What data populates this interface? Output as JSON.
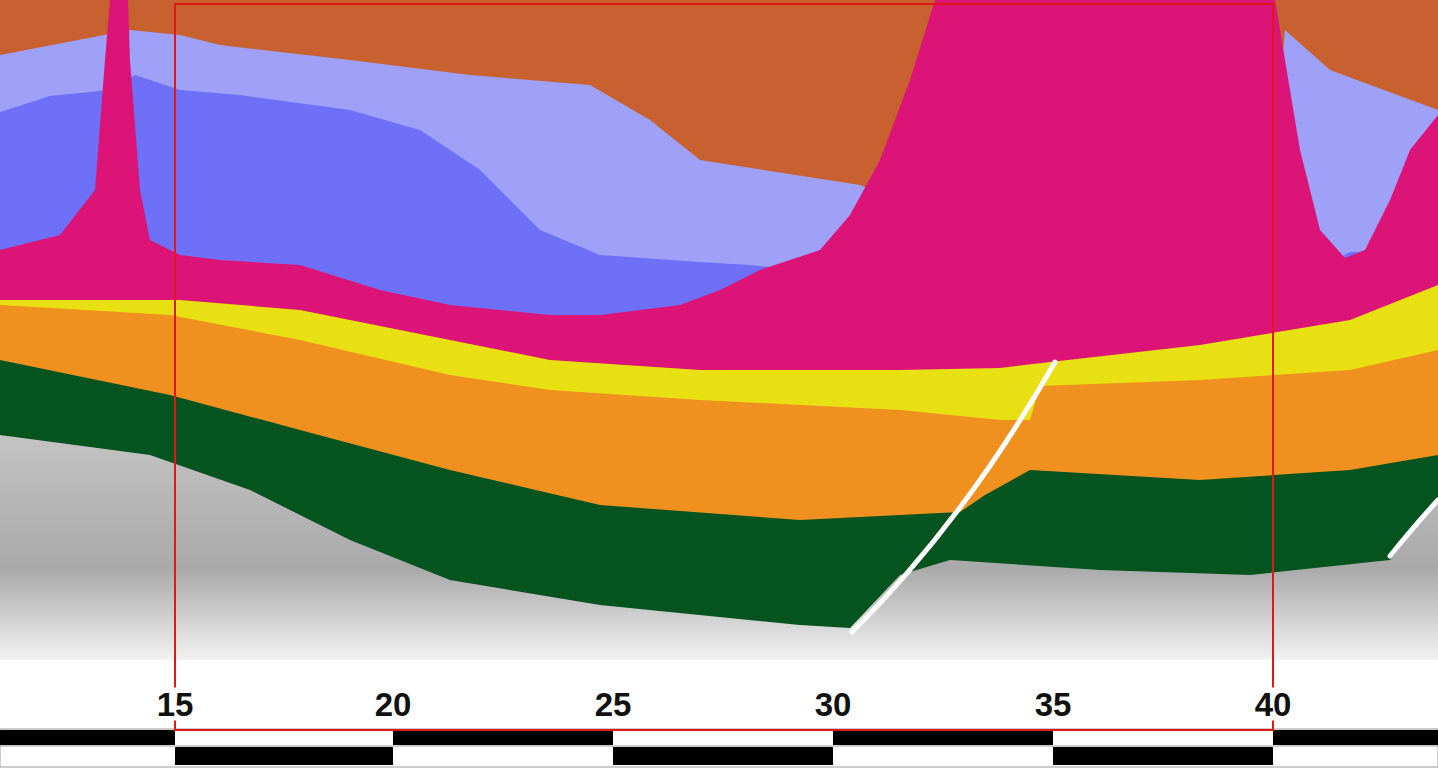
{
  "diagram": {
    "labels": [
      "15",
      "20",
      "25",
      "30",
      "35",
      "40"
    ]
  }
}
